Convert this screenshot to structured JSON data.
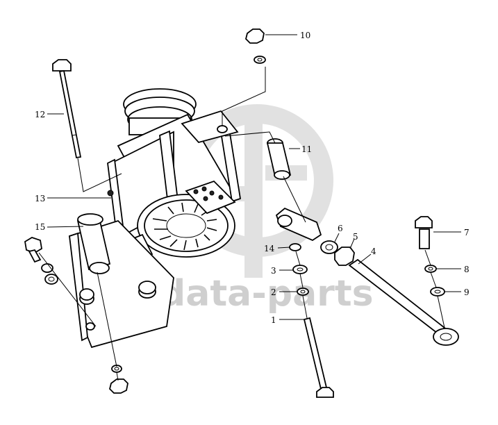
{
  "watermark": {
    "text": "data-parts",
    "color": "#c9c9c9"
  },
  "callouts": {
    "c1": "1",
    "c2": "2",
    "c3": "3",
    "c4": "4",
    "c5": "5",
    "c6": "6",
    "c7": "7",
    "c8": "8",
    "c9": "9",
    "c10": "10",
    "c11": "11",
    "c12": "12",
    "c13": "13",
    "c14": "14",
    "c15": "15"
  }
}
